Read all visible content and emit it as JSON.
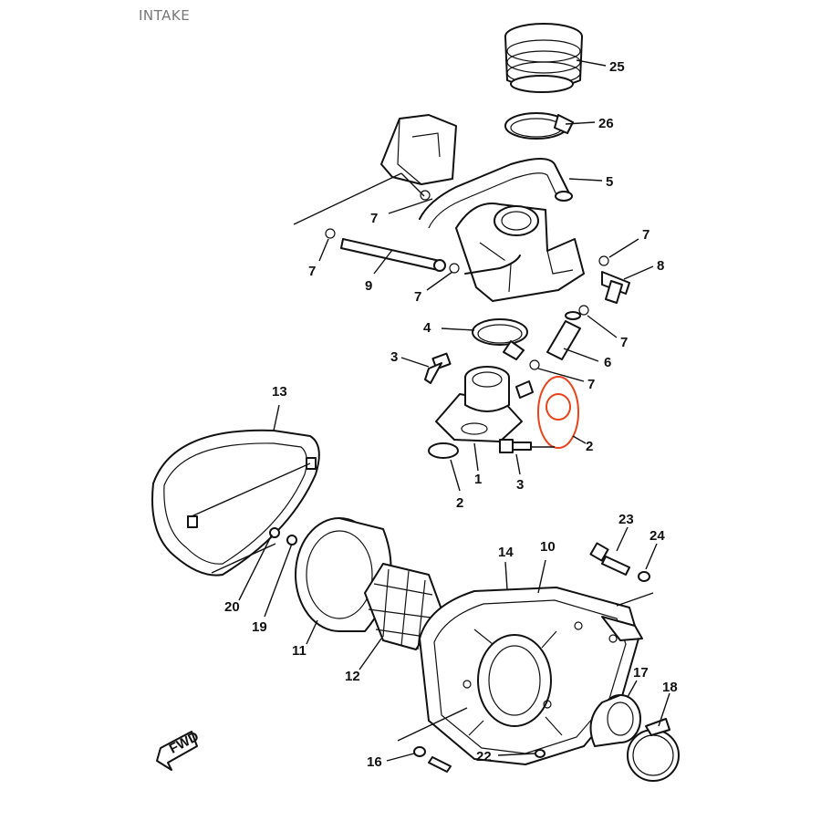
{
  "title": "INTAKE",
  "fwd_label": "FWD",
  "highlight_color": "#e8431c",
  "callouts": {
    "c25": "25",
    "c26": "26",
    "c5": "5",
    "c7a": "7",
    "c7b": "7",
    "c7c": "7",
    "c7d": "7",
    "c7e": "7",
    "c7f": "7",
    "c9": "9",
    "c8": "8",
    "c4": "4",
    "c6": "6",
    "c3a": "3",
    "c3b": "3",
    "c2a": "2",
    "c2b": "2",
    "c1": "1",
    "c13": "13",
    "c20": "20",
    "c19": "19",
    "c11": "11",
    "c12": "12",
    "c14": "14",
    "c10": "10",
    "c23": "23",
    "c24": "24",
    "c17": "17",
    "c18": "18",
    "c16": "16",
    "c22": "22"
  }
}
